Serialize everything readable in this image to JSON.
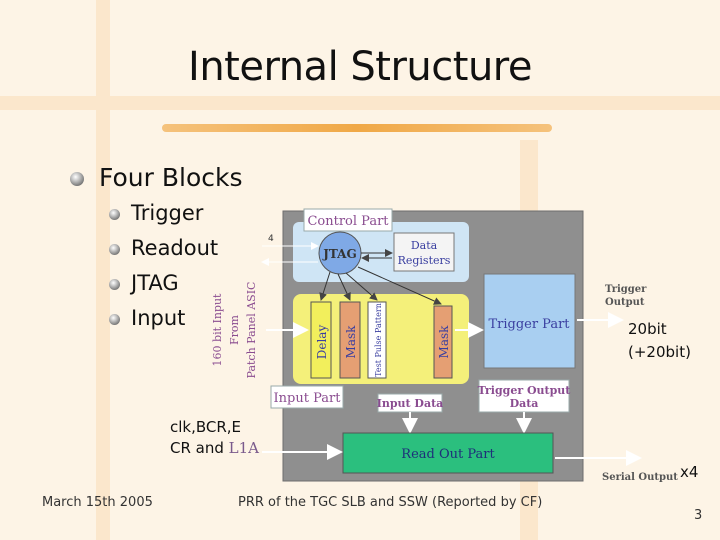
{
  "slide": {
    "title": "Internal Structure",
    "bullets": {
      "main": "Four Blocks",
      "sub": [
        "Trigger",
        "Readout",
        "JTAG",
        "Input"
      ]
    },
    "notes": {
      "bits_line1": "20bit",
      "bits_line2": "(+20bit)",
      "clk_line1": "clk,BCR,E",
      "clk_line2": "CR and",
      "clk_l1a": "L1A",
      "x4": "x4"
    },
    "footer": {
      "date": "March 15th 2005",
      "center": "PRR of the TGC SLB and SSW (Reported by CF)",
      "page": "3"
    }
  },
  "diagram": {
    "control_part": "Control Part",
    "jtag": "JTAG",
    "data_registers_1": "Data",
    "data_registers_2": "Registers",
    "delay": "Delay",
    "mask_left": "Mask",
    "test_pulse": "Test Pulse Pattern",
    "mask_right": "Mask",
    "trigger_part": "Trigger Part",
    "input_part": "Input Part",
    "input_data": "Input Data",
    "trigger_output_data_1": "Trigger Output",
    "trigger_output_data_2": "Data",
    "read_out_part": "Read Out Part",
    "trigger_output_1": "Trigger",
    "trigger_output_2": "Output",
    "serial_output": "Serial Output",
    "input_label_1": "160 bit Input",
    "input_label_2": "From",
    "input_label_3": "Patch Panel ASIC",
    "jtag_bits": "4",
    "colors": {
      "frame": "#8f8f8f",
      "control_bg": "#cfe5f5",
      "input_bg": "#f4f07a",
      "trigger": "#a9cff1",
      "readout": "#2bbf7e",
      "delay": "#f2ef5c",
      "mask": "#e59f73",
      "label_text": "#8a4c90",
      "box_text": "#3a3fa0"
    }
  }
}
